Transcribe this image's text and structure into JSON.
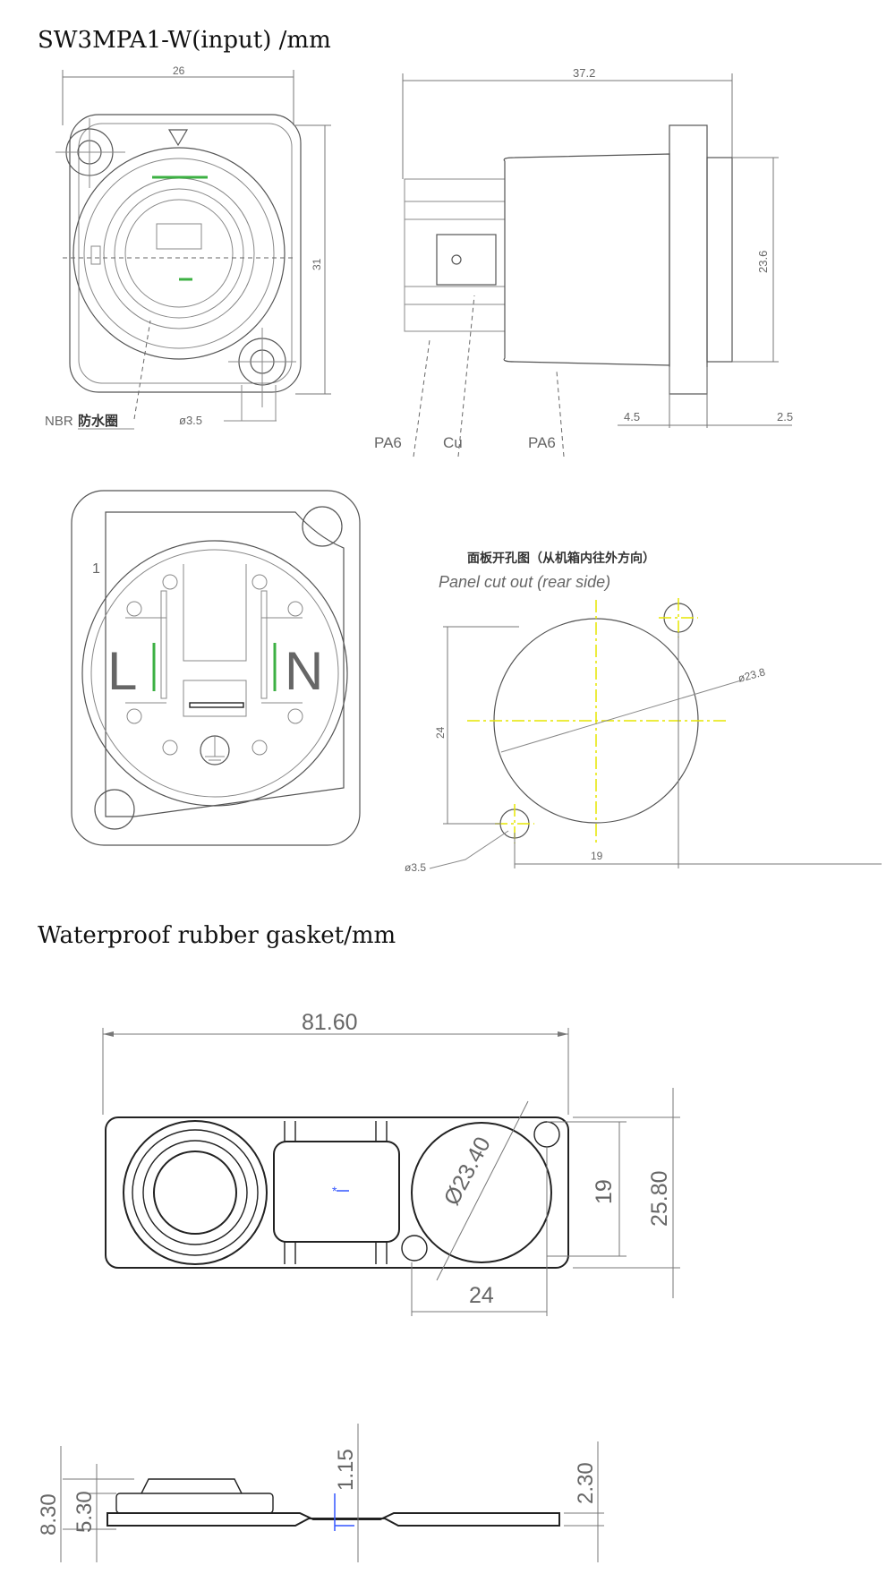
{
  "titles": {
    "main": "SW3MPA1-W(input) /mm",
    "gasket": "Waterproof rubber gasket/mm"
  },
  "front_view": {
    "width_dim": "26",
    "height_dim": "31",
    "hole_dim": "ø3.5",
    "gasket_label_latin": "NBR",
    "gasket_label_cn": "防水圈"
  },
  "side_view": {
    "length_dim": "37.2",
    "diameter_dim": "23.6",
    "flange_dim": "4.5",
    "rear_dim": "2.5",
    "material_left": "PA6",
    "material_mid": "Cu",
    "material_right": "PA6"
  },
  "rear_view": {
    "pin_marker": "1",
    "pin_l": "L",
    "pin_n": "N"
  },
  "panel_cutout": {
    "title_cn": "面板开孔图（从机箱内往外方向）",
    "title_en": "Panel cut out (rear side)",
    "circle_dim": "ø23.8",
    "height_dim": "24",
    "width_dim": "19",
    "hole_dim": "ø3.5"
  },
  "gasket_top": {
    "length_dim": "81.60",
    "diameter_dim": "Ø23.40",
    "height_outer_dim": "25.80",
    "height_inner_dim": "19",
    "width_dim": "24"
  },
  "gasket_side": {
    "total_height_dim": "8.30",
    "body_height_dim": "5.30",
    "step_dim": "1.15",
    "thickness_dim": "2.30"
  }
}
